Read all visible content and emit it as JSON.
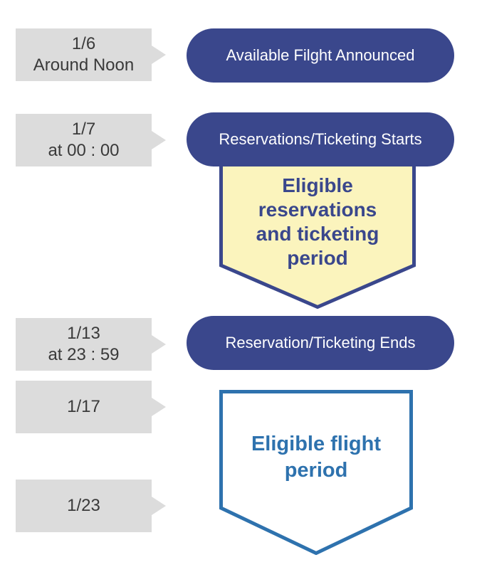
{
  "colors": {
    "navy": "#3a478c",
    "steel_blue": "#2e72ae",
    "pale_yellow": "#fbf4bd",
    "label_gray": "#dcdcdc",
    "label_text": "#3a3a3a",
    "pill_text": "#ffffff"
  },
  "timeline": {
    "dates": [
      {
        "lines": [
          "1/6",
          "Around Noon"
        ]
      },
      {
        "lines": [
          "1/7",
          "at 00 : 00"
        ]
      },
      {
        "lines": [
          "1/13",
          "at 23 : 59"
        ]
      },
      {
        "lines": [
          "1/17"
        ]
      },
      {
        "lines": [
          "1/23"
        ]
      }
    ],
    "events": [
      {
        "label": "Available Filght Announced"
      },
      {
        "label": "Reservations/Ticketing Starts"
      },
      {
        "label": "Reservation/Ticketing Ends"
      }
    ],
    "periods": [
      {
        "label": "Eligible reservations and ticketing period",
        "lines": [
          "Eligible",
          "reservations",
          "and ticketing",
          "period"
        ],
        "style": "filled-yellow"
      },
      {
        "label": "Eligible flight period",
        "lines": [
          "Eligible flight",
          "period"
        ],
        "style": "outline-blue"
      }
    ]
  }
}
